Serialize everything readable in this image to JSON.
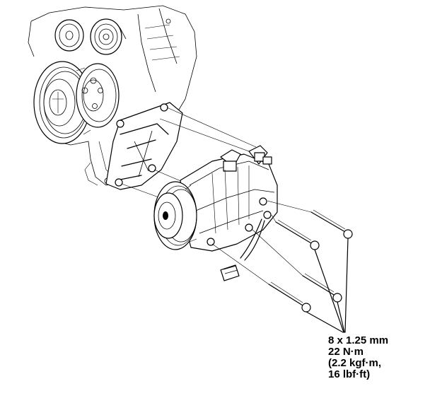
{
  "spec": {
    "bolt_size": "8 x 1.25 mm",
    "torque_nm": "22 N·m",
    "torque_kgfm": "(2.2 kgf·m,",
    "torque_lbfft": "16 lbf·ft)"
  },
  "colors": {
    "ink": "#000000",
    "paper": "#ffffff"
  },
  "parts": [
    "engine-block",
    "crankshaft-pulley",
    "idler-pulley",
    "compressor-bracket",
    "ac-compressor",
    "clutch-pulley",
    "wire-harness-connector",
    "bolts"
  ]
}
